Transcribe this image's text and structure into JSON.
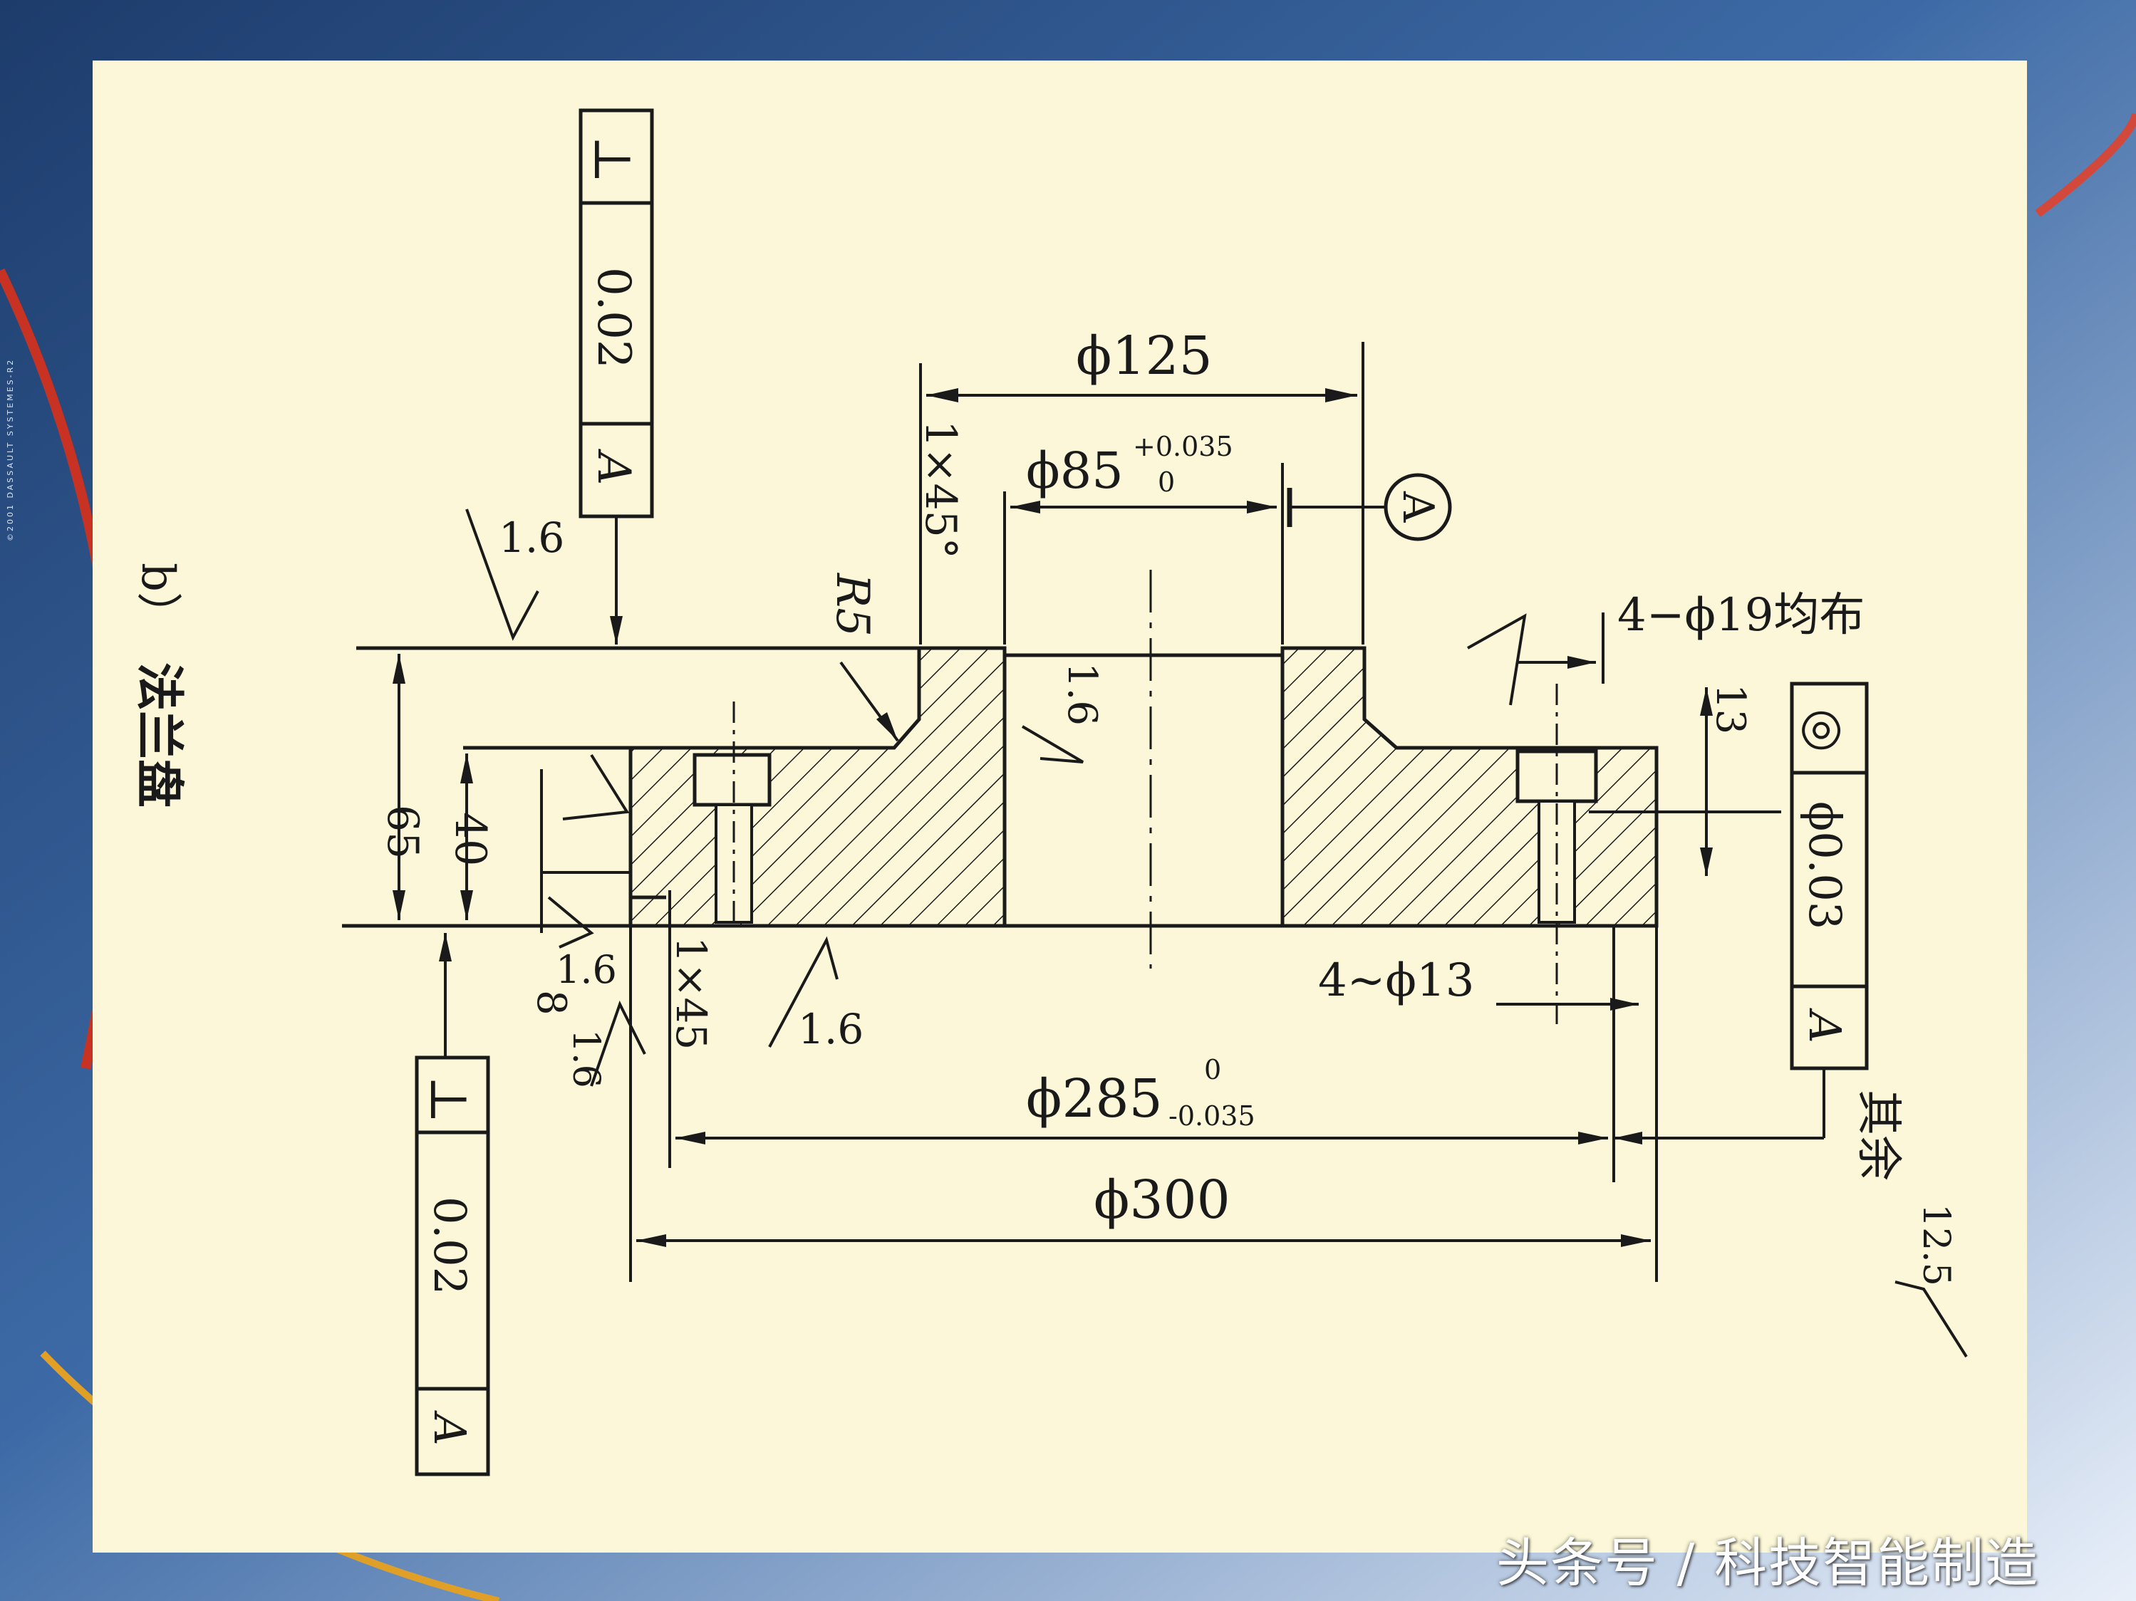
{
  "figure": {
    "caption_label": "b）",
    "caption_title": "法兰盘",
    "datum_letter": "A",
    "dims": {
      "d125": "ϕ125",
      "d85": "ϕ85",
      "d85_tol_upper": "+0.035",
      "d85_tol_lower": "0",
      "d285": "ϕ285",
      "d285_tol_upper": "0",
      "d285_tol_lower": "-0.035",
      "d300": "ϕ300",
      "h65": "65",
      "h40": "40",
      "h8": "8",
      "h13": "13",
      "holes19": "4−ϕ19均布",
      "holes13": "4~ϕ13",
      "fillet": "R5",
      "chamfer_top": "1×45°",
      "chamfer_bottom": "1×45"
    },
    "roughness": {
      "top_face": "1.6",
      "bore": "1.6",
      "bottom_face": "1.6",
      "step_face": "1.6",
      "step_face2": "1.6",
      "rest_label": "其余",
      "rest_value": "12.5"
    },
    "tolerance_frames": {
      "top": {
        "symbol": "⊥",
        "value": "0.02",
        "datum": "A"
      },
      "bottom": {
        "symbol": "⊥",
        "value": "0.02",
        "datum": "A"
      },
      "right": {
        "symbol": "◎",
        "value": "ϕ0.03",
        "datum": "A"
      }
    }
  },
  "watermark": "头条号 / 科技智能制造",
  "background_brand_text": "©2001 DASSAULT SYSTEMES-R2",
  "colors": {
    "paper": "#fbf7d8",
    "ink": "#1a1a1a",
    "slide_dark": "#1c3a66",
    "slide_light": "#dfe9f6"
  }
}
